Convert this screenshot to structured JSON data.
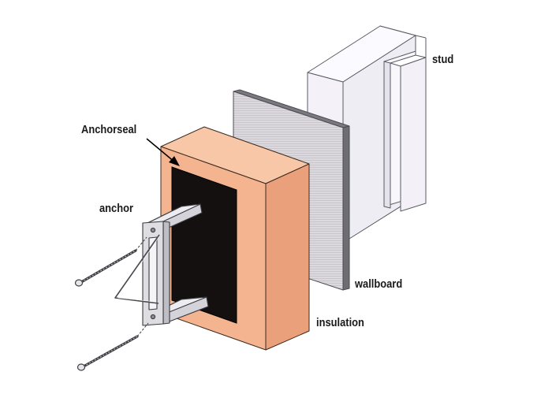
{
  "labels": {
    "stud": "stud",
    "anchorseal": "Anchorseal",
    "anchor": "anchor",
    "wallboard": "wallboard",
    "insulation": "insulation"
  },
  "colors": {
    "insulation_front": "#f4b48f",
    "insulation_side": "#eba07c",
    "insulation_top": "#f8c7a7",
    "anchorseal_pad": "#141010",
    "wallboard_face": "#d7d4d9",
    "wallboard_edge": "#6e6e72",
    "stud": "#f7f5fa",
    "anchor_metal": "#dedde2"
  }
}
